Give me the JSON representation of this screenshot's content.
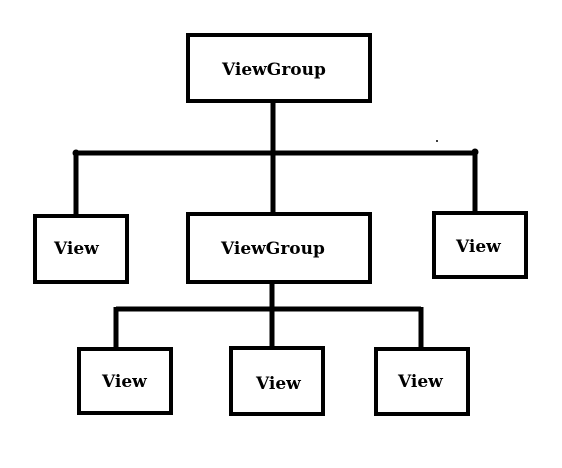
{
  "diagram": {
    "root": {
      "label": "ViewGroup"
    },
    "level1": {
      "left": {
        "label": "View"
      },
      "middle": {
        "label": "ViewGroup"
      },
      "right": {
        "label": "View"
      }
    },
    "level2": {
      "left": {
        "label": "View"
      },
      "middle": {
        "label": "View"
      },
      "right": {
        "label": "View"
      }
    },
    "colors": {
      "line": "#000000",
      "box_fill": "#ffffff",
      "background": "#ffffff"
    }
  }
}
